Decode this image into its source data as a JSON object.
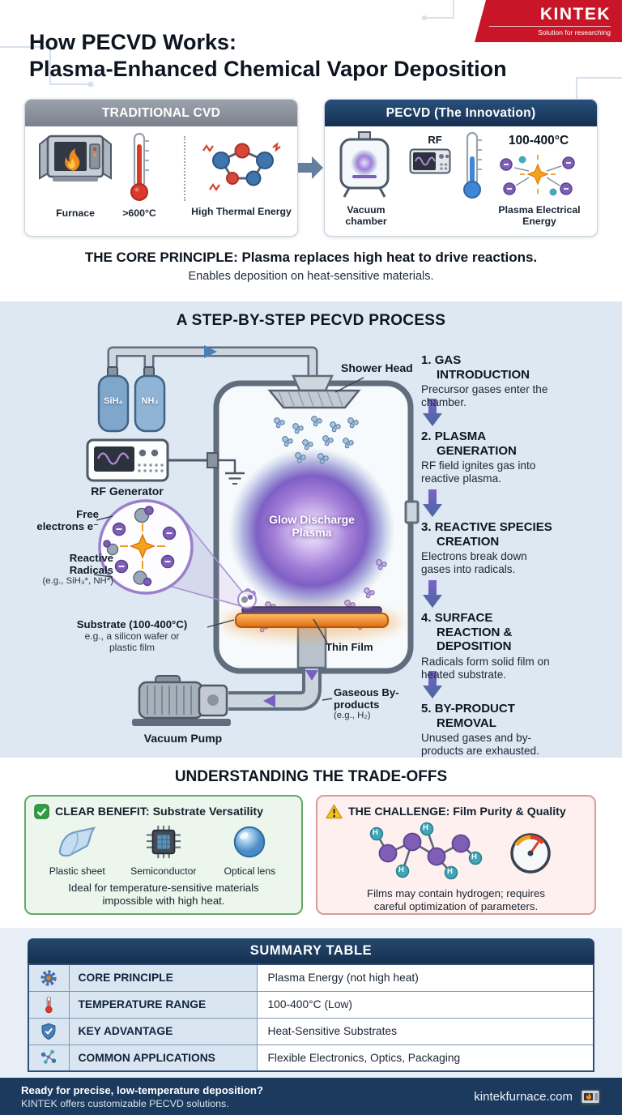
{
  "header": {
    "logo_text": "KINTEK",
    "logo_tagline": "Solution for researching",
    "title_line1": "How PECVD Works:",
    "title_line2": "Plasma-Enhanced Chemical Vapor Deposition"
  },
  "comparison": {
    "traditional": {
      "title": "TRADITIONAL CVD",
      "furnace_label": "Furnace",
      "temp_label": ">600°C",
      "energy_label": "High Thermal Energy"
    },
    "pecvd": {
      "title": "PECVD (The Innovation)",
      "chamber_label": "Vacuum chamber",
      "rf_label": "RF",
      "temp_label": "100-400°C",
      "energy_label": "Plasma Electrical Energy"
    }
  },
  "principle": {
    "heading": "THE CORE PRINCIPLE: Plasma replaces high heat to drive reactions.",
    "sub": "Enables deposition on heat-sensitive materials."
  },
  "process": {
    "title": "A STEP-BY-STEP PECVD PROCESS",
    "labels": {
      "gas_cylinder_1": "SiH₄",
      "gas_cylinder_2": "NH₃",
      "shower_head": "Shower Head",
      "rf_generator": "RF Generator",
      "plasma": "Glow Discharge Plasma",
      "free_electrons": "Free electrons e⁻",
      "radicals": "Reactive Radicals",
      "radicals_example": "(e.g., SiH₃*, NH*)",
      "substrate": "Substrate (100-400°C)",
      "substrate_example": "e.g., a silicon wafer or plastic film",
      "thin_film": "Thin Film",
      "vacuum_pump": "Vacuum Pump",
      "byproducts": "Gaseous By-products",
      "byproducts_example": "(e.g., H₂)"
    },
    "steps": [
      {
        "num": "1.",
        "title": "GAS INTRODUCTION",
        "desc": "Precursor gases enter the chamber."
      },
      {
        "num": "2.",
        "title": "PLASMA GENERATION",
        "desc": "RF field ignites gas into reactive plasma."
      },
      {
        "num": "3.",
        "title": "REACTIVE SPECIES CREATION",
        "desc": "Electrons break down gases into radicals."
      },
      {
        "num": "4.",
        "title": "SURFACE REACTION & DEPOSITION",
        "desc": "Radicals form solid film on heated substrate."
      },
      {
        "num": "5.",
        "title": "BY-PRODUCT REMOVAL",
        "desc": "Unused gases and by-products are exhausted."
      }
    ]
  },
  "tradeoffs": {
    "title": "UNDERSTANDING THE TRADE-OFFS",
    "benefit": {
      "title": "CLEAR BENEFIT: Substrate Versatility",
      "items": [
        "Plastic sheet",
        "Semiconductor",
        "Optical lens"
      ],
      "desc": "Ideal for temperature-sensitive materials impossible with high heat."
    },
    "challenge": {
      "title": "THE CHALLENGE: Film Purity & Quality",
      "hydrogen_symbol": "H",
      "desc": "Films may contain hydrogen; requires careful optimization of parameters."
    }
  },
  "summary": {
    "title": "SUMMARY TABLE",
    "rows": [
      {
        "icon": "gear-icon",
        "label": "CORE PRINCIPLE",
        "value": "Plasma Energy (not high heat)"
      },
      {
        "icon": "thermometer-icon",
        "label": "TEMPERATURE RANGE",
        "value": "100-400°C (Low)"
      },
      {
        "icon": "shield-check-icon",
        "label": "KEY ADVANTAGE",
        "value": "Heat-Sensitive Substrates"
      },
      {
        "icon": "molecule-icon",
        "label": "COMMON APPLICATIONS",
        "value": "Flexible Electronics, Optics, Packaging"
      }
    ]
  },
  "footer": {
    "cta_line1": "Ready for precise, low-temperature deposition?",
    "cta_line2": "KINTEK offers customizable PECVD solutions.",
    "website": "kintekfurnace.com"
  },
  "colors": {
    "brand_red": "#c81628",
    "navy": "#1c3a5e",
    "plasma_purple": "#8a63cc",
    "substrate_orange": "#e8740f",
    "benefit_green": "#2f9e44",
    "challenge_red": "#d9402f"
  }
}
